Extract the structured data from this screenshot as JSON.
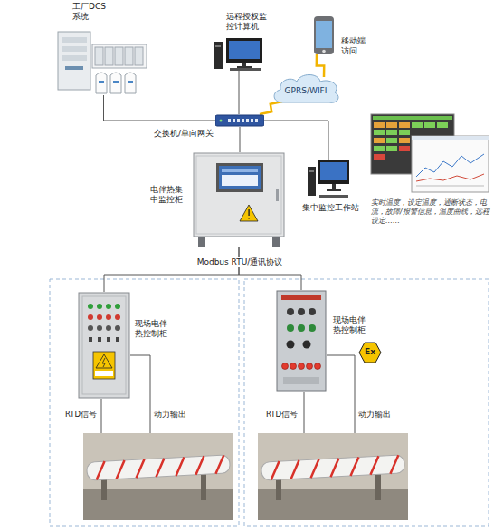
{
  "diagram": {
    "nodes": [
      {
        "text": [
          "工厂DCS 系统"
        ]
      },
      {
        "text": [
          "远程授权监 控计算机"
        ]
      },
      {
        "text": [
          "移动端 访问"
        ]
      },
      {
        "text": [
          "GPRS/WIFI"
        ]
      },
      {
        "text": [
          "交换机/单向网关"
        ]
      },
      {
        "text": [
          "电伴热集 中监控柜"
        ]
      },
      {
        "text": [
          "集中监控工作站"
        ]
      },
      {
        "text": [
          "现场电伴 热控制柜"
        ]
      },
      {
        "text": [
          "现场电伴 热控制柜"
        ]
      }
    ],
    "edges": [
      {
        "from": 0,
        "to": 4,
        "arrow": "none"
      },
      {
        "from": 1,
        "to": 4,
        "arrow": "none"
      },
      {
        "from": 2,
        "to": 3,
        "arrow": "none"
      },
      {
        "from": 3,
        "to": 4,
        "arrow": "none"
      },
      {
        "from": 4,
        "to": 6,
        "arrow": "none"
      },
      {
        "from": 4,
        "to": 5,
        "arrow": "none"
      },
      {
        "from": 5,
        "to": 7,
        "arrow": "none"
      },
      {
        "from": 5,
        "to": 8,
        "arrow": "none"
      }
    ],
    "labels": [
      "实时温度，设定温度，通断状态，电流，故障/报警信息，温度曲线，远程设定……",
      "Modbus RTU/通讯协议",
      "Ex",
      "RTD信号",
      "动力输出",
      "RTD信号",
      "动力输出"
    ]
  }
}
